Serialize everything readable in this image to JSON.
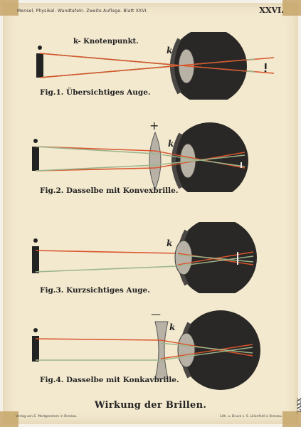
{
  "header": {
    "series_text": "Mensel, Physikal. Wandtafeln. Zweite Auflage. Blatt XXVI.",
    "plate_number": "XXVI."
  },
  "legend": {
    "k_label": "k- Knotenpunkt."
  },
  "figures": [
    {
      "caption": "Fig.1. Übersichtiges Auge.",
      "lens_sign": ""
    },
    {
      "caption": "Fig.2. Dasselbe mit Konvexbrille.",
      "lens_sign": "+"
    },
    {
      "caption": "Fig.3. Kurzsichtiges Auge.",
      "lens_sign": ""
    },
    {
      "caption": "Fig.4. Dasselbe mit Konkavbrille.",
      "lens_sign": "—"
    }
  ],
  "node_label": "k",
  "object_symbol": "i",
  "footer": {
    "title": "Wirkung der Brillen.",
    "publisher_left": "Verlag von E. Mortgenstern in Breslau.",
    "publisher_right": "Lith. u. Druck v. S. Lilienfeld in Breslau.",
    "plate_rotated": "XXVI."
  },
  "colors": {
    "ray_red": "#d9542b",
    "ray_green": "#9bb58c",
    "eye_dark": "#2a2826",
    "lens": "#b8b2a6"
  }
}
